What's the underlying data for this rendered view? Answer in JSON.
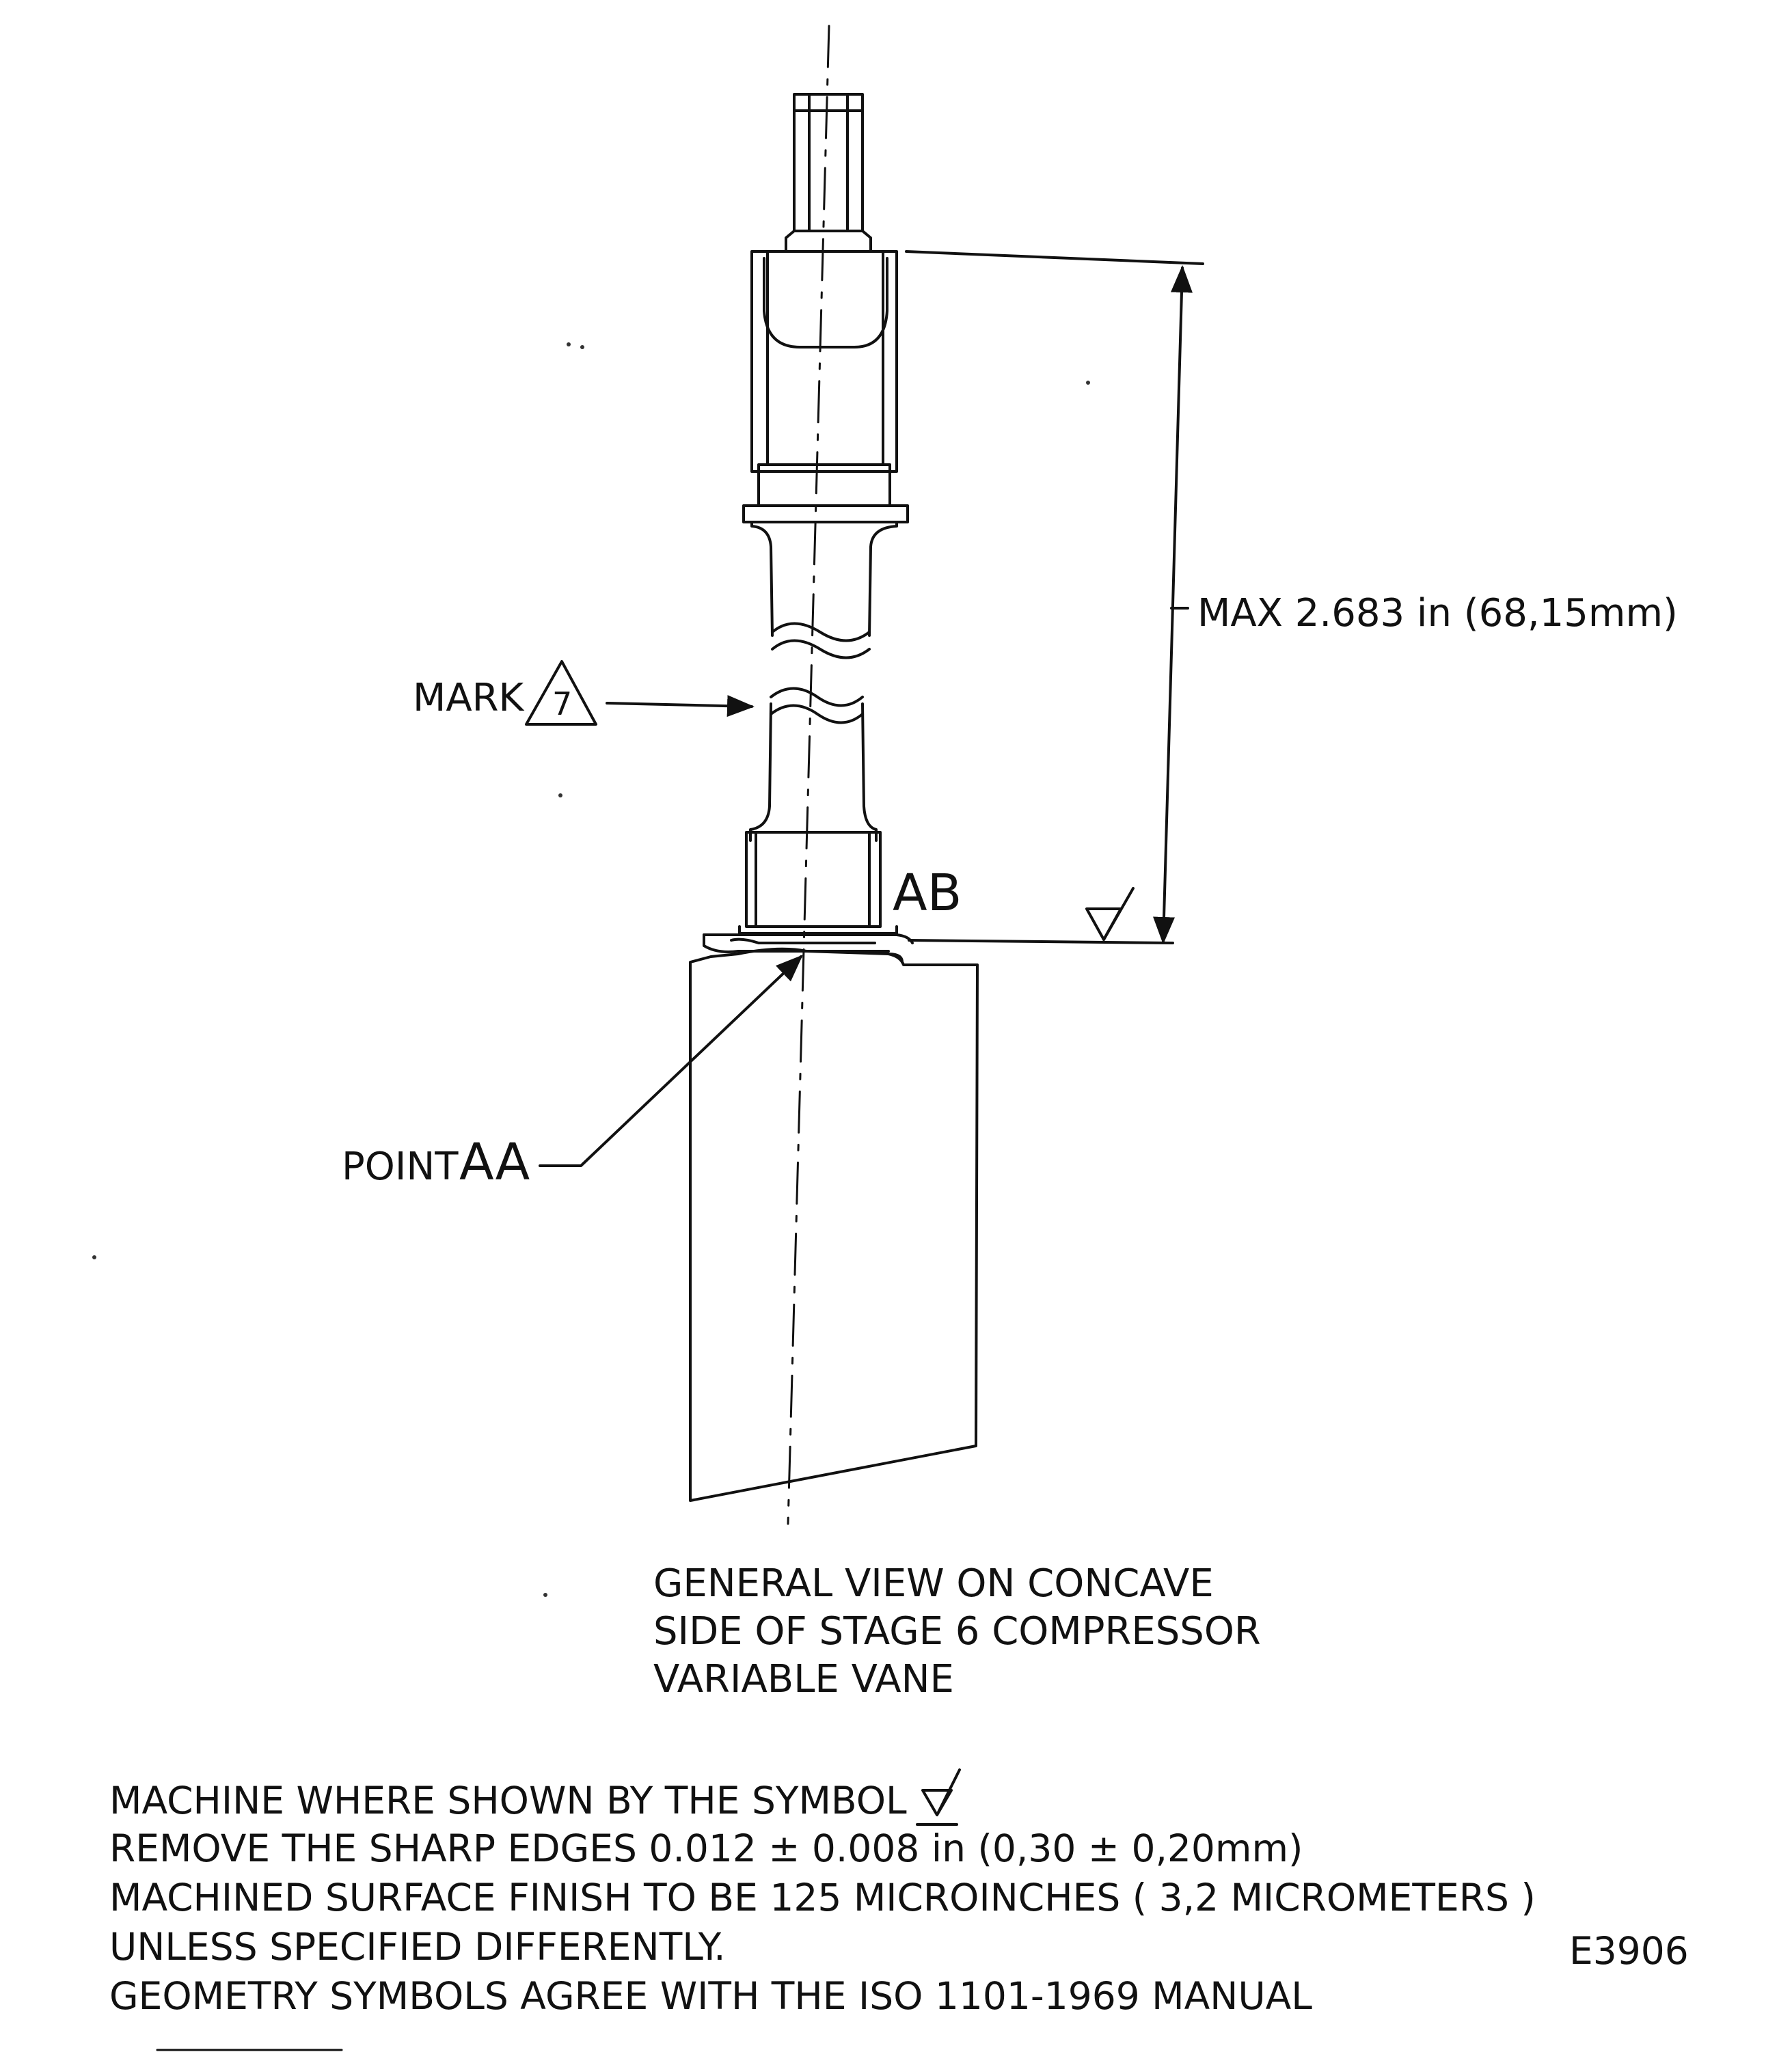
{
  "dimension_label": "MAX  2.683 in (68,15mm)",
  "labels": {
    "mark_text": "MARK",
    "mark_number": "7",
    "ab": "AB",
    "point_prefix": "POINT",
    "point_suffix": "AA"
  },
  "caption": [
    "GENERAL VIEW ON CONCAVE",
    "SIDE OF STAGE 6  COMPRESSOR",
    "VARIABLE  VANE"
  ],
  "notes": {
    "line1": "MACHINE  WHERE  SHOWN  BY  THE  SYMBOL",
    "line2": "REMOVE  THE  SHARP  EDGES  0.012 ± 0.008 in  (0,30 ± 0,20mm)",
    "line3": "MACHINED  SURFACE  FINISH  TO  BE  125 MICROINCHES   ( 3,2 MICROMETERS )",
    "line4": "UNLESS  SPECIFIED  DIFFERENTLY.",
    "line5": "GEOMETRY  SYMBOLS  AGREE  WITH  THE  ISO  1101-1969  MANUAL"
  },
  "figure_id": "E3906",
  "colors": {
    "ink": "#111111",
    "paper": "#ffffff"
  }
}
